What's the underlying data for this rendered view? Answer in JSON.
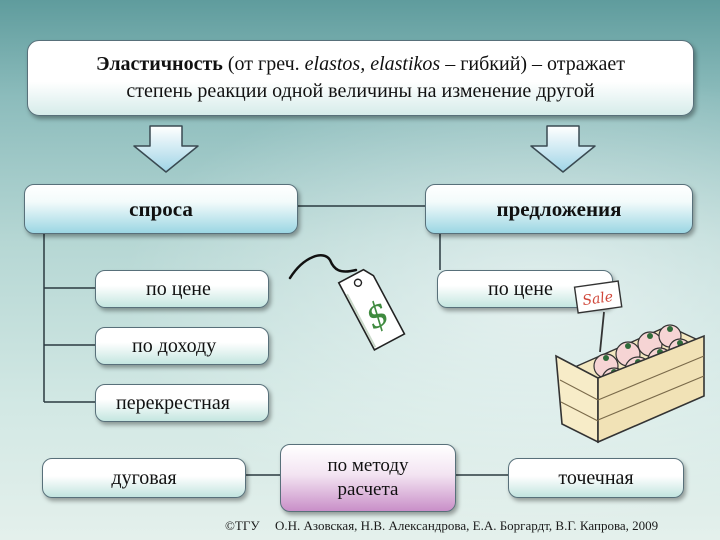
{
  "definition": {
    "term": "Эластичность",
    "part1": " (от греч. ",
    "greek": "elastos, elastikos",
    "part2": " – гибкий) – отражает",
    "line2": "степень реакции одной величины на изменение другой"
  },
  "headers": {
    "demand": "спроса",
    "supply": "предложения"
  },
  "demand_items": [
    "по цене",
    "по доходу",
    "перекрестная"
  ],
  "supply_items": [
    "по цене"
  ],
  "methods": {
    "left": "дуговая",
    "center": "по методу расчета",
    "right": "точечная"
  },
  "clipart": {
    "price_tag_symbol": "$",
    "sale_sign": "Sale"
  },
  "footer": {
    "copyright": "©ТГУ",
    "authors": "О.Н. Азовская, Н.В. Александрова, Е.А. Боргардт, В.Г. Капрова, 2009"
  },
  "colors": {
    "background": "#8cbcbc",
    "header_fill": "#9bd6e3",
    "center_box_fill": "#c98fc8",
    "arrow_fill": "#bfe3ef"
  }
}
